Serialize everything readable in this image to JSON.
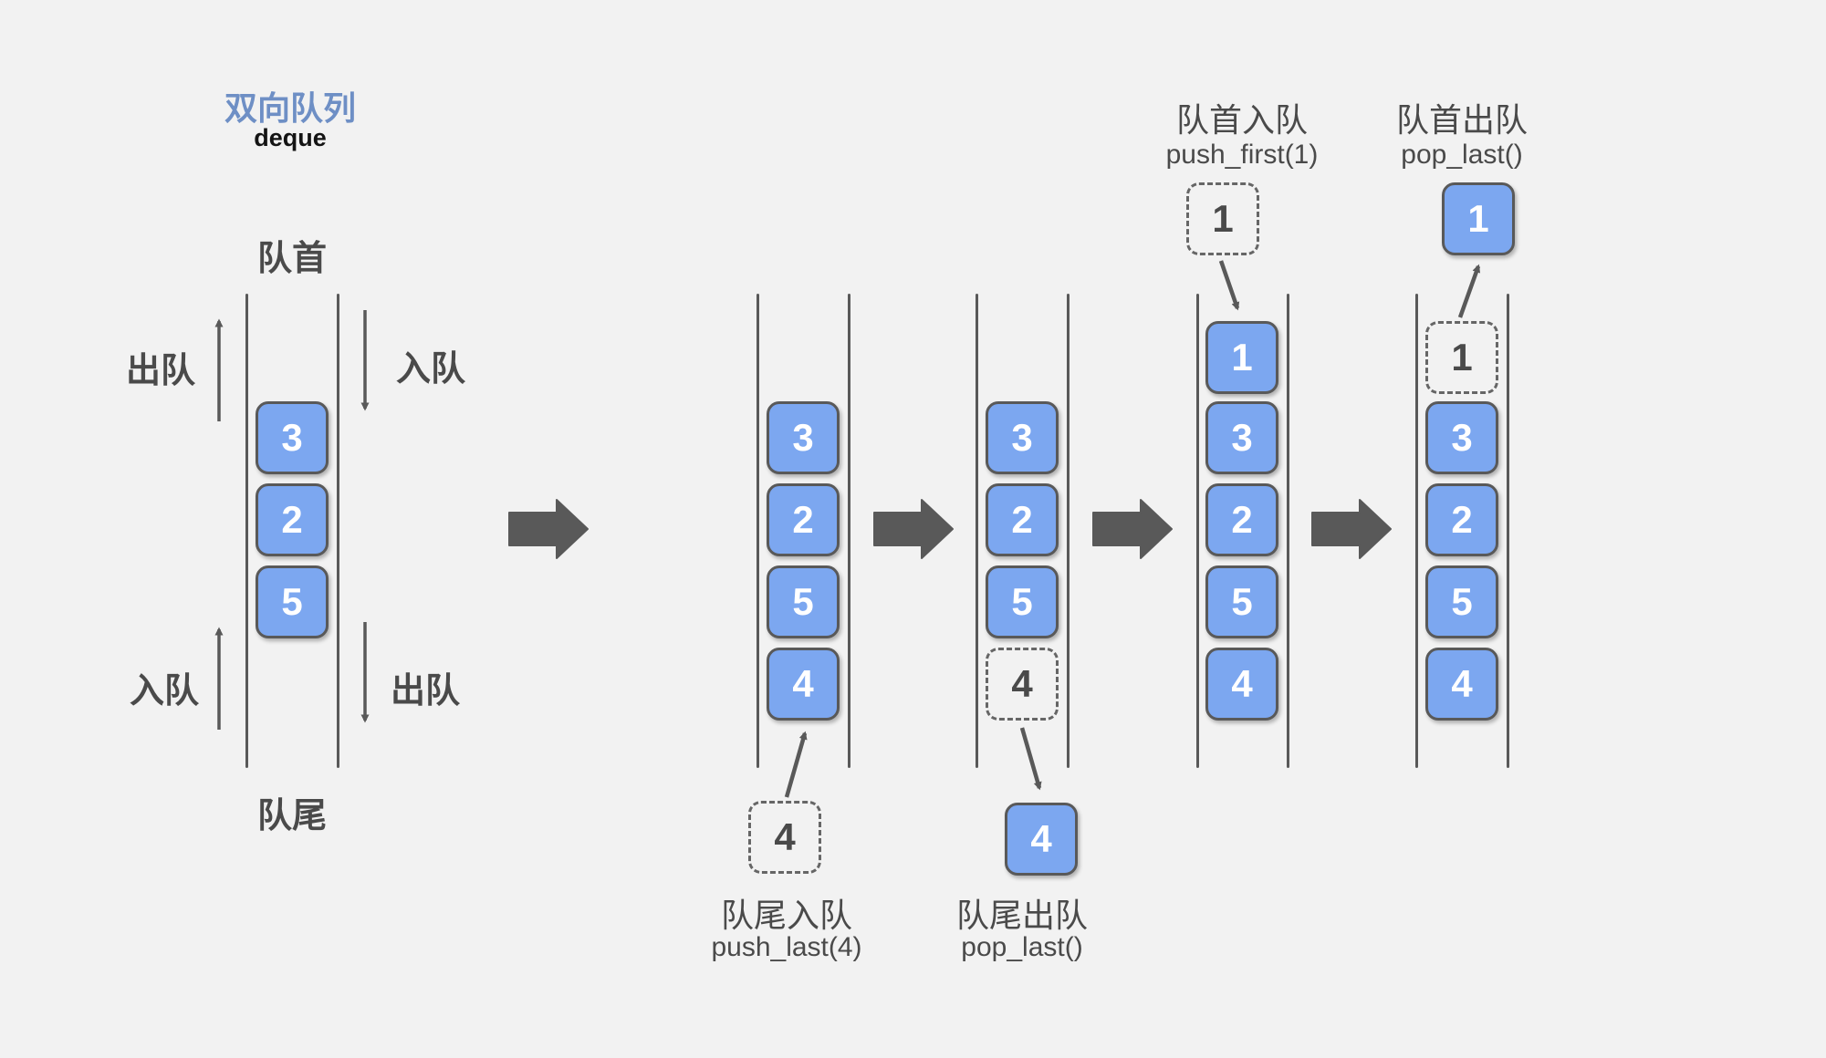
{
  "title": {
    "zh": "双向队列",
    "en": "deque"
  },
  "colors": {
    "background": "#f2f2f2",
    "box_blue": "#7ca7f0",
    "stroke_gray": "#595959",
    "label_gray": "#4a4a4a",
    "title_blue": "#6e8fc5"
  },
  "initial_queue": {
    "head_label": "队首",
    "tail_label": "队尾",
    "dequeue_top_label": "出队",
    "enqueue_top_label": "入队",
    "enqueue_bottom_label": "入队",
    "dequeue_bottom_label": "出队",
    "cells": [
      "3",
      "2",
      "5"
    ]
  },
  "steps": [
    {
      "name": "push_last",
      "label_zh": "队尾入队",
      "label_code": "push_last(4)",
      "cells": [
        "3",
        "2",
        "5",
        "4"
      ],
      "moving_value": "4"
    },
    {
      "name": "pop_last",
      "label_zh": "队尾出队",
      "label_code": "pop_last()",
      "cells": [
        "3",
        "2",
        "5"
      ],
      "ghost_value": "4",
      "moving_value": "4"
    },
    {
      "name": "push_first",
      "label_zh": "队首入队",
      "label_code": "push_first(1)",
      "cells": [
        "1",
        "3",
        "2",
        "5",
        "4"
      ],
      "moving_value": "1"
    },
    {
      "name": "pop_first",
      "label_zh": "队首出队",
      "label_code": "pop_last()",
      "cells": [
        "3",
        "2",
        "5",
        "4"
      ],
      "ghost_value": "1",
      "moving_value": "1"
    }
  ]
}
